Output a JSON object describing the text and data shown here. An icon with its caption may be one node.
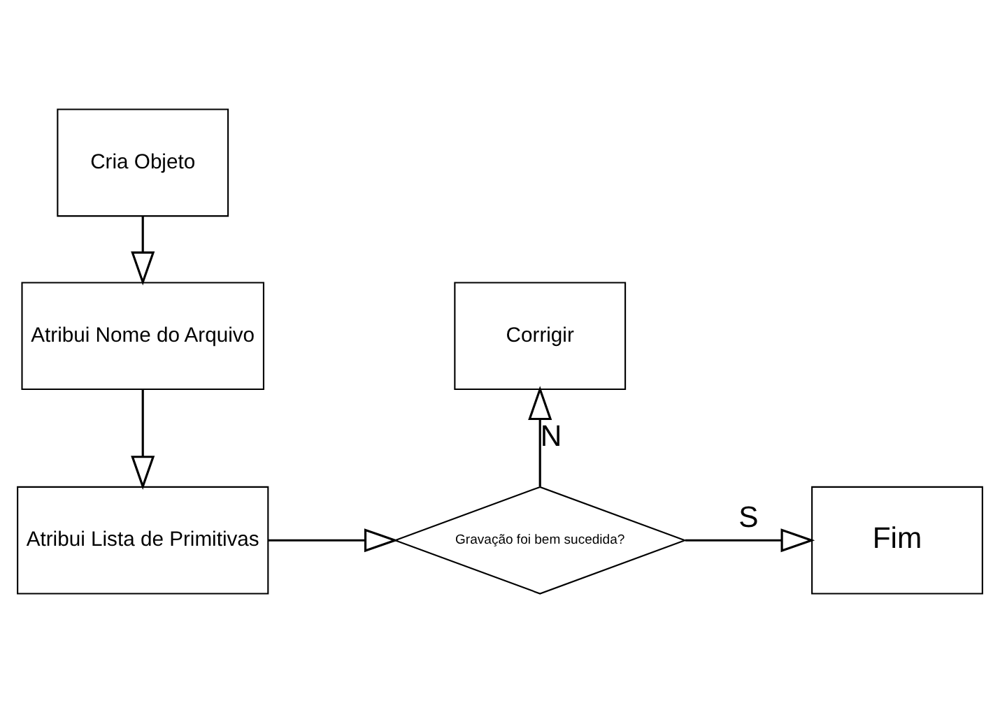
{
  "diagram": {
    "nodes": [
      {
        "text": [
          "Cria Objeto"
        ]
      },
      {
        "text": [
          "Atribui Nome do Arquivo"
        ]
      },
      {
        "text": [
          "Atribui Lista de Primitivas"
        ]
      },
      {
        "text": [
          "Gravação foi bem sucedida?"
        ]
      },
      {
        "text": [
          "Corrigir"
        ]
      },
      {
        "text": [
          "Fim"
        ]
      }
    ],
    "edges": [
      {
        "from": 0,
        "to": 1,
        "arrow": "to"
      },
      {
        "from": 1,
        "to": 2,
        "arrow": "to"
      },
      {
        "from": 2,
        "to": 3,
        "arrow": "to"
      },
      {
        "from": 3,
        "to": 4,
        "arrow": "to",
        "label": "N"
      },
      {
        "from": 3,
        "to": 5,
        "arrow": "to",
        "label": "S"
      }
    ]
  }
}
